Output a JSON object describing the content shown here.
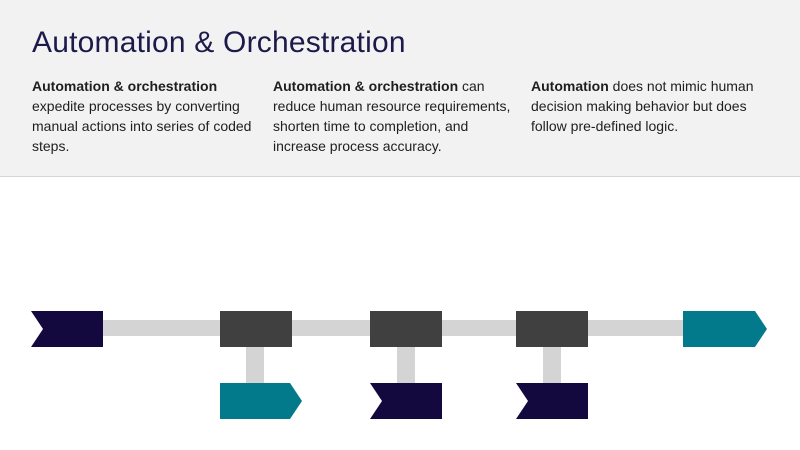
{
  "title": "Automation & Orchestration",
  "descriptions": [
    {
      "bold": "Automation & orchestration",
      "rest": "expedite processes by converting manual actions into series of coded steps."
    },
    {
      "bold": "Automation & orchestration",
      "rest": " can reduce human resource requirements, shorten time to completion, and increase process accuracy."
    },
    {
      "bold": "Automation",
      "rest": " does not mimic human decision making behavior but does follow pre-defined logic."
    }
  ],
  "colors": {
    "header_bg": "#f2f2f2",
    "title": "#1c1a4a",
    "navy": "#14093f",
    "teal": "#037a8b",
    "dark_gray": "#404040",
    "connector": "#d4d4d4"
  },
  "diagram": {
    "nodes": [
      {
        "id": "start",
        "shape": "chevron-in",
        "color": "navy"
      },
      {
        "id": "step-1",
        "shape": "box",
        "color": "dark_gray"
      },
      {
        "id": "step-2",
        "shape": "box",
        "color": "dark_gray"
      },
      {
        "id": "step-3",
        "shape": "box",
        "color": "dark_gray"
      },
      {
        "id": "end",
        "shape": "chevron-out",
        "color": "teal"
      },
      {
        "id": "branch-1",
        "shape": "chevron-out",
        "color": "teal"
      },
      {
        "id": "branch-2",
        "shape": "chevron-in",
        "color": "navy"
      },
      {
        "id": "branch-3",
        "shape": "chevron-in",
        "color": "navy"
      }
    ],
    "edges": [
      [
        "start",
        "step-1"
      ],
      [
        "step-1",
        "step-2"
      ],
      [
        "step-2",
        "step-3"
      ],
      [
        "step-3",
        "end"
      ],
      [
        "step-1",
        "branch-1"
      ],
      [
        "step-2",
        "branch-2"
      ],
      [
        "step-3",
        "branch-3"
      ]
    ]
  }
}
